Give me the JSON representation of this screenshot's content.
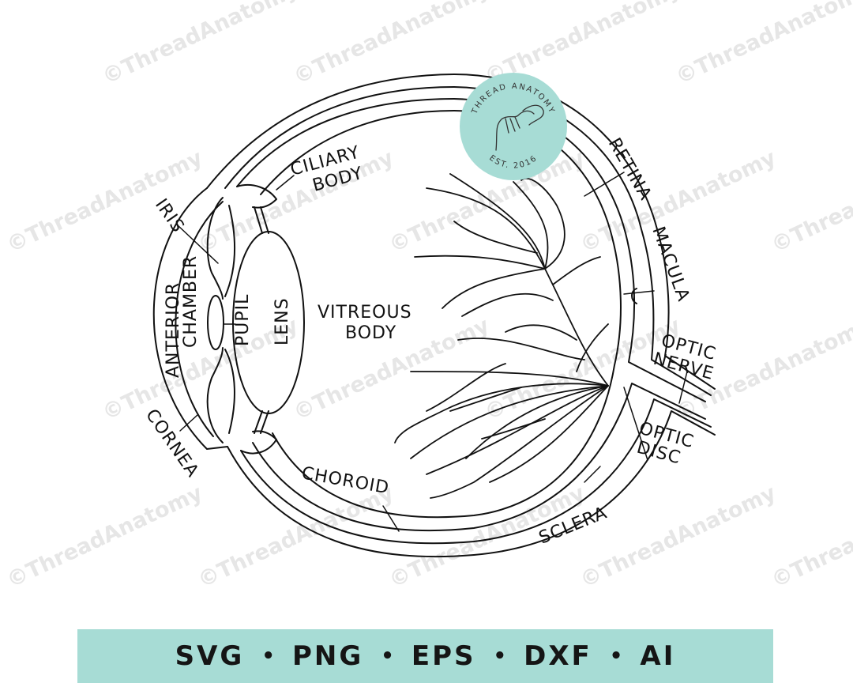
{
  "watermark": "©ThreadAnatomy",
  "badge": {
    "top_text": "THREAD ANATOMY",
    "bottom_text": "EST. 2016",
    "color": "#a7dcd5"
  },
  "labels": {
    "iris": "IRIS",
    "ciliary_body_1": "CILIARY",
    "ciliary_body_2": "BODY",
    "retina": "RETINA",
    "macula": "MACULA",
    "optic_nerve_1": "OPTIC",
    "optic_nerve_2": "NERVE",
    "optic_disc_1": "OPTIC",
    "optic_disc_2": "DISC",
    "sclera": "SCLERA",
    "choroid": "CHOROID",
    "cornea": "CORNEA",
    "anterior_1": "ANTERIOR",
    "anterior_2": "CHAMBER",
    "pupil": "PUPIL",
    "lens": "LENS",
    "vitreous_1": "VITREOUS",
    "vitreous_2": "BODY"
  },
  "formats": [
    "SVG",
    "PNG",
    "EPS",
    "DXF",
    "AI"
  ],
  "colors": {
    "line": "#111111",
    "banner": "#a7dcd5",
    "watermark": "#e6e6e6"
  }
}
